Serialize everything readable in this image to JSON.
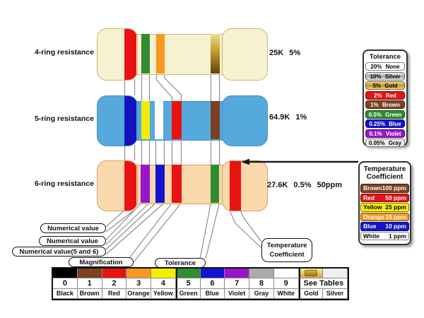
{
  "resistors": [
    {
      "label": "4-ring resistance",
      "value": "25K 5%",
      "bands": [
        "Red",
        "Green",
        "Orange",
        "Gold"
      ]
    },
    {
      "label": "5-ring resistance",
      "value": "64.9K 1%",
      "bands": [
        "Blue",
        "Yellow",
        "White",
        "Red",
        "Brown"
      ]
    },
    {
      "label": "6-ring resistance",
      "value": "27.6K 0.5% 50ppm",
      "bands": [
        "Red",
        "Violet",
        "Blue",
        "Red",
        "Green",
        "Red"
      ]
    }
  ],
  "band_colors": {
    "red": "#E91213",
    "green": "#2F8C2F",
    "orange": "#F79821",
    "dark_blue": "#1212BE",
    "yellow": "#F5ED00",
    "white": "#FFFFFF",
    "brown": "#7B4121",
    "violet": "#9B15C8",
    "blue": "#1414CE",
    "body_cream": "#F6F1CF",
    "body_blue": "#55A9DC",
    "body_peach": "#F9D9AC"
  },
  "tolerance_legend": {
    "title": "Tolerance",
    "rows": [
      {
        "text": "20% None",
        "bg": "#FFFFFF",
        "fg": "#000000"
      },
      {
        "text": "10% Silver",
        "bg": "silver-gradient",
        "fg": "#000000"
      },
      {
        "text": "5% Gold",
        "bg": "gold-gradient",
        "fg": "#000000"
      },
      {
        "text": "2% Red",
        "bg": "#E91213",
        "fg": "#FFFFFF"
      },
      {
        "text": "1% Brown",
        "bg": "#7C4223",
        "fg": "#FFFFFF"
      },
      {
        "text": "0.5% Green",
        "bg": "#2F8C2F",
        "fg": "#FFFFFF"
      },
      {
        "text": "0.25% Blue",
        "bg": "#1414CE",
        "fg": "#FFFFFF"
      },
      {
        "text": "0.1% Violet",
        "bg": "#9B15C8",
        "fg": "#FFFFFF"
      },
      {
        "text": "0.05% Gray",
        "bg": "#ECECEC",
        "fg": "#000000"
      }
    ]
  },
  "tempco_legend": {
    "title_line1": "Temperature",
    "title_line2": "Coefficient",
    "rows": [
      {
        "name": "Brown",
        "value": "100 ppm",
        "bg": "#7C4223",
        "fg": "#FFFFFF"
      },
      {
        "name": "Red",
        "value": "50 ppm",
        "bg": "#E91213",
        "fg": "#FFFFFF"
      },
      {
        "name": "Yellow",
        "value": "25 ppm",
        "bg": "#F5ED00",
        "fg": "#000000"
      },
      {
        "name": "Orange",
        "value": "15 ppm",
        "bg": "#F79821",
        "fg": "#FFFFFF"
      },
      {
        "name": "Blue",
        "value": "10 ppm",
        "bg": "#1414CE",
        "fg": "#FFFFFF"
      },
      {
        "name": "White",
        "value": "1 ppm",
        "bg": "#FFFFFF",
        "fg": "#000000"
      }
    ]
  },
  "callouts": {
    "numerical_value_1": "Numerical value",
    "numerical_value_2": "Numerical value",
    "numerical_value_56": "Numerical value(5 and 6)",
    "magnification": "Magnification",
    "tolerance": "Tolerance",
    "tempco_line1": "Temperature",
    "tempco_line2": "Coefficient"
  },
  "color_table": {
    "see_tables_label": "See Tables",
    "columns": [
      {
        "digit": "0",
        "name": "Black",
        "color": "#000000"
      },
      {
        "digit": "1",
        "name": "Brown",
        "color": "#7B4121"
      },
      {
        "digit": "2",
        "name": "Red",
        "color": "#E91213"
      },
      {
        "digit": "3",
        "name": "Orange",
        "color": "#F79821"
      },
      {
        "digit": "4",
        "name": "Yellow",
        "color": "#F5ED00"
      },
      {
        "digit": "5",
        "name": "Green",
        "color": "#2F8C2F"
      },
      {
        "digit": "6",
        "name": "Blue",
        "color": "#1414CE"
      },
      {
        "digit": "7",
        "name": "Violet",
        "color": "#9B15C8"
      },
      {
        "digit": "8",
        "name": "Gray",
        "color": "#ABABAB"
      },
      {
        "digit": "9",
        "name": "White",
        "color": "#FCFCFC"
      },
      {
        "digit": "",
        "name": "Gold",
        "color": "gold-gradient"
      },
      {
        "digit": "",
        "name": "Silver",
        "color": "#EFEFEF"
      }
    ]
  }
}
